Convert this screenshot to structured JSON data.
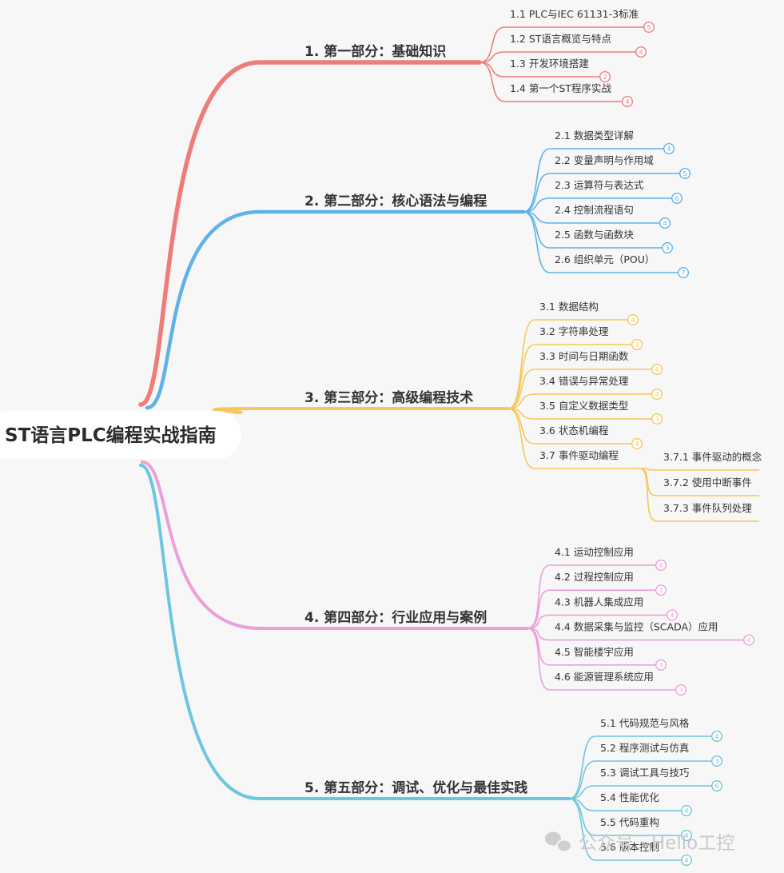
{
  "root": {
    "label": "ST语言PLC编程实战指南"
  },
  "watermark": {
    "text": "公众号 · Hello工控"
  },
  "branches": [
    {
      "label": "1. 第一部分：基础知识",
      "color": "#f07b7b",
      "children": [
        {
          "label": "1.1 PLC与IEC 61131-3标准",
          "count": "5"
        },
        {
          "label": "1.2 ST语言概览与特点",
          "count": "4"
        },
        {
          "label": "1.3 开发环境搭建",
          "count": "2"
        },
        {
          "label": "1.4 第一个ST程序实战",
          "count": "4"
        }
      ]
    },
    {
      "label": "2. 第二部分：核心语法与编程",
      "color": "#5fb1e8",
      "children": [
        {
          "label": "2.1 数据类型详解",
          "count": "4"
        },
        {
          "label": "2.2 变量声明与作用域",
          "count": "5"
        },
        {
          "label": "2.3 运算符与表达式",
          "count": "6"
        },
        {
          "label": "2.4 控制流程语句",
          "count": "4"
        },
        {
          "label": "2.5 函数与函数块",
          "count": "3"
        },
        {
          "label": "2.6 组织单元（POU）",
          "count": "7"
        }
      ]
    },
    {
      "label": "3. 第三部分：高级编程技术",
      "color": "#f7c75b",
      "children": [
        {
          "label": "3.1 数据结构",
          "count": "4"
        },
        {
          "label": "3.2 字符串处理",
          "count": "3"
        },
        {
          "label": "3.3 时间与日期函数",
          "count": "4"
        },
        {
          "label": "3.4 错误与异常处理",
          "count": "4"
        },
        {
          "label": "3.5 自定义数据类型",
          "count": "3"
        },
        {
          "label": "3.6 状态机编程",
          "count": "4"
        },
        {
          "label": "3.7 事件驱动编程",
          "children": [
            {
              "label": "3.7.1 事件驱动的概念"
            },
            {
              "label": "3.7.2 使用中断事件"
            },
            {
              "label": "3.7.3 事件队列处理"
            }
          ]
        }
      ]
    },
    {
      "label": "4. 第四部分：行业应用与案例",
      "color": "#ec9fd8",
      "children": [
        {
          "label": "4.1 运动控制应用",
          "count": "4"
        },
        {
          "label": "4.2 过程控制应用",
          "count": "3"
        },
        {
          "label": "4.3 机器人集成应用",
          "count": "4"
        },
        {
          "label": "4.4 数据采集与监控（SCADA）应用",
          "count": "4"
        },
        {
          "label": "4.5 智能楼宇应用",
          "count": "3"
        },
        {
          "label": "4.6 能源管理系统应用",
          "count": "3"
        }
      ]
    },
    {
      "label": "5. 第五部分：调试、优化与最佳实践",
      "color": "#6ec6de",
      "children": [
        {
          "label": "5.1 代码规范与风格",
          "count": "4"
        },
        {
          "label": "5.2 程序测试与仿真",
          "count": "3"
        },
        {
          "label": "5.3 调试工具与技巧",
          "count": "6"
        },
        {
          "label": "5.4 性能优化",
          "count": "4"
        },
        {
          "label": "5.5 代码重构",
          "count": "4"
        },
        {
          "label": "5.6 版本控制",
          "count": "4"
        }
      ]
    }
  ]
}
